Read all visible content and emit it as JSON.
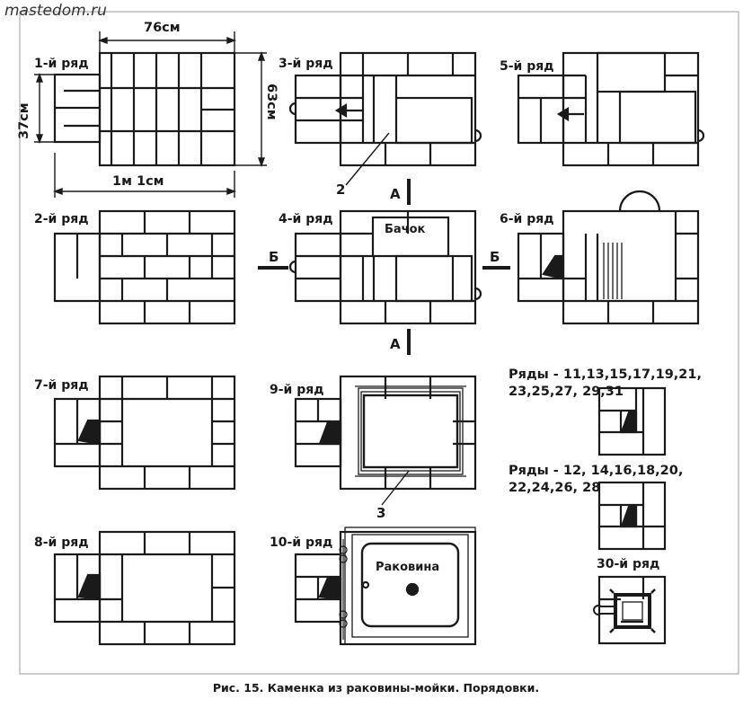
{
  "watermark": "mastedom.ru",
  "caption": "Рис. 15. Каменка из раковины-мойки. Порядовки.",
  "dimensions": {
    "width": "76см",
    "depth": "37см",
    "height": "63см",
    "total": "1м 1см"
  },
  "rows": {
    "r1": "1-й ряд",
    "r2": "2-й ряд",
    "r3": "3-й ряд",
    "r4": "4-й ряд",
    "r5": "5-й ряд",
    "r6": "6-й ряд",
    "r7": "7-й ряд",
    "r8": "8-й ряд",
    "r9": "9-й ряд",
    "r10": "10-й ряд",
    "r30": "30-й ряд",
    "odd": "Ряды - 11,13,15,17,19,21, 23,25,27, 29,31",
    "even": "Ряды - 12, 14,16,18,20, 22,24,26, 28"
  },
  "labels": {
    "tank": "Бачок",
    "sink": "Раковина",
    "section_a": "А",
    "section_b": "Б",
    "callout_2": "2",
    "callout_3": "3"
  }
}
